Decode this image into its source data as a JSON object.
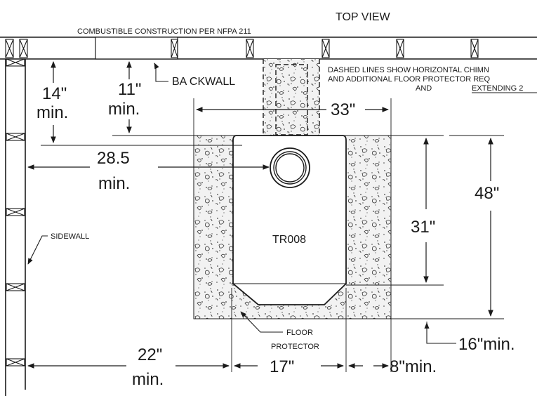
{
  "header": {
    "view_title": "TOP VIEW"
  },
  "walls": {
    "backwall_construction": "COMBUSTIBLE CONSTRUCTION PER NFPA 211",
    "backwall_label": "BA CKWALL",
    "sidewall_label": "SIDEWALL"
  },
  "dimensions": {
    "rear_14_value": "14\"",
    "rear_14_unit": "min.",
    "rear_11_value": "11\"",
    "rear_11_unit": "min.",
    "side_28_value": "28.5",
    "side_28_unit": "min.",
    "protector_width": "33\"",
    "protector_depth": "48\"",
    "stove_depth": "31\"",
    "front_16": "16\"min.",
    "side_22_value": "22\"",
    "side_22_unit": "min.",
    "stove_width": "17\"",
    "side_8": "8\"min."
  },
  "stove": {
    "model": "TR008"
  },
  "floor_protector": {
    "label_line1": "FLOOR",
    "label_line2": "PROTECTOR"
  },
  "note": {
    "line1": "DASHED LINES SHOW HORIZONTAL CHIMN",
    "line2": "AND ADDITIONAL FLOOR PROTECTOR REQ",
    "line3_a": "AND",
    "line3_b": "EXTENDING 2"
  }
}
